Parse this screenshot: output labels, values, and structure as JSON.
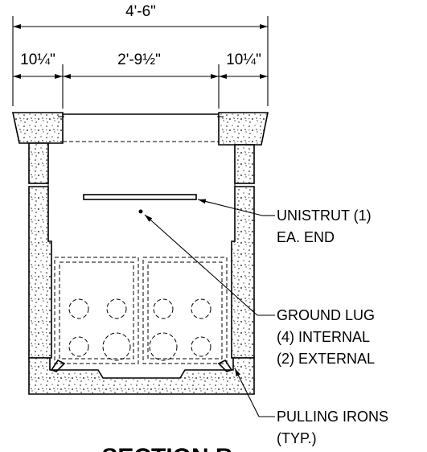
{
  "dimensions": {
    "overall_width": "4'-6\"",
    "left_wall": "10¼\"",
    "inside_width": "2'-9½\"",
    "right_wall": "10¼\""
  },
  "callouts": {
    "unistrut_line1": "UNISTRUT (1)",
    "unistrut_line2": "EA. END",
    "ground_lug_line1": "GROUND LUG",
    "ground_lug_line2": "(4) INTERNAL",
    "ground_lug_line3": "(2) EXTERNAL",
    "pulling_irons_line1": "PULLING IRONS",
    "pulling_irons_line2": "(TYP.)"
  },
  "title": "SECTION B"
}
